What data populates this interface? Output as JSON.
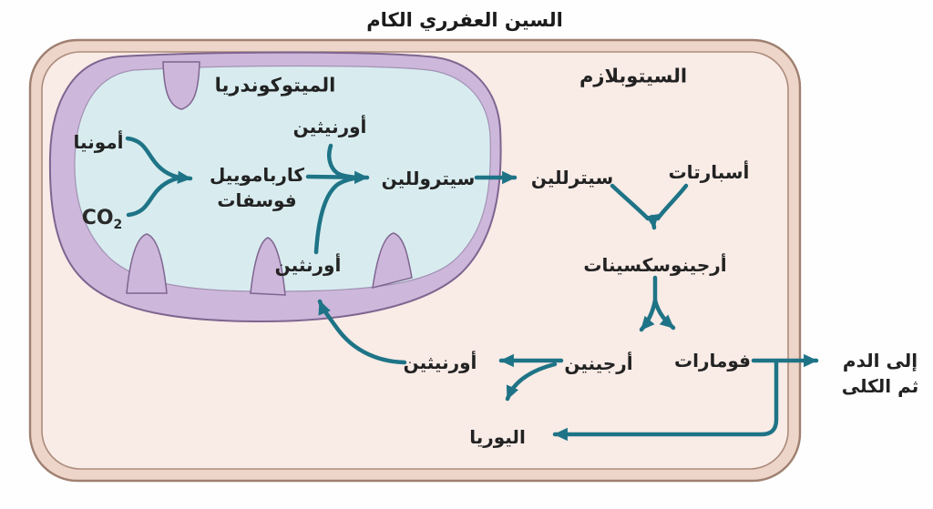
{
  "title": "السين العفرري الكام",
  "regions": {
    "mitochondria": "الميتوكوندريا",
    "cytoplasm": "السيتوبلازم"
  },
  "nodes": {
    "ammonia": "أمونيا",
    "co2_base": "CO",
    "co2_sub": "2",
    "carbamoyl_line1": "كارباموييل",
    "carbamoyl_line2": "فوسفات",
    "ornithine_top": "أورنيثين",
    "citrulline_mito": "سيتروللين",
    "citrulline_cyto": "سيترللين",
    "aspartate": "أسبارتات",
    "argininosuccinate": "أرجينوسكسينات",
    "arginine": "أرجينين",
    "fumarate": "فومارات",
    "ornithine_cyto": "أورنيثين",
    "ornithine_mito": "أورنثين",
    "urea": "اليوريا",
    "to_blood_line1": "إلى الدم",
    "to_blood_line2": "ثم الكلى"
  },
  "colors": {
    "arrow": "#1e7486",
    "cell_wall_band": "#eed5c9",
    "cell_wall_line": "#9f8070",
    "cell_interior": "#f9ebe6",
    "mitochondrion_membrane": "#cdb7da",
    "mitochondrion_outline": "#7e6590",
    "mitochondrion_matrix": "#d8ecef",
    "text": "#222222"
  }
}
